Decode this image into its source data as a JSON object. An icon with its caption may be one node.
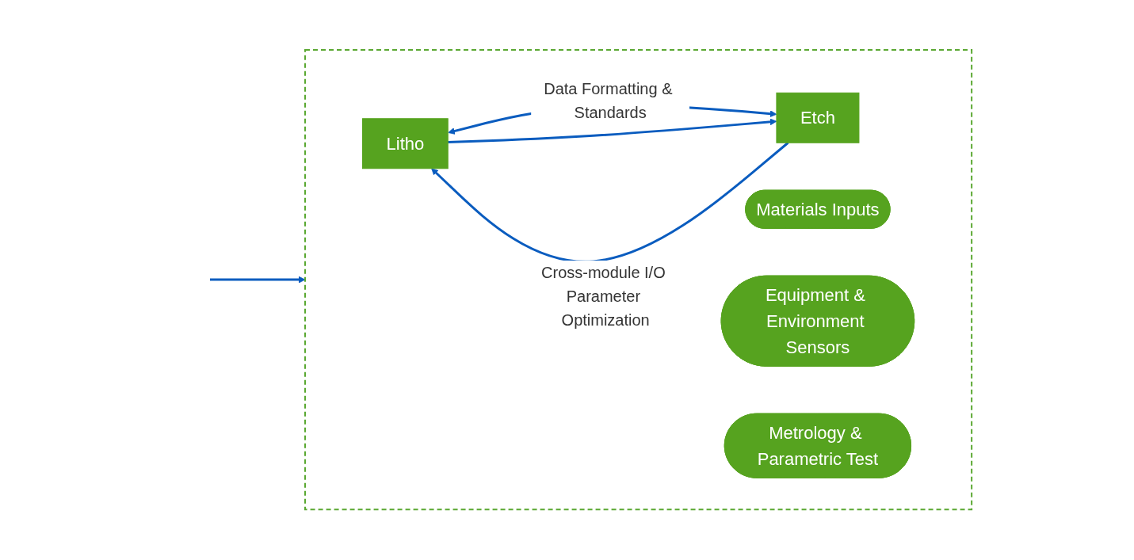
{
  "diagram": {
    "nodes": [
      {
        "text": [],
        "shape": "box"
      },
      {
        "text": [
          "Litho"
        ],
        "in": 0
      },
      {
        "text": [
          "Etch"
        ],
        "in": 0
      },
      {
        "text": [
          "Materials Inputs"
        ],
        "in": 0
      },
      {
        "text": [
          "Equipment & Environment Sensors"
        ],
        "in": 0
      },
      {
        "text": [
          "Metrology & Parametric Test"
        ],
        "in": 0
      }
    ],
    "edges": [
      {
        "from": 2,
        "to": 1,
        "arrow": "to",
        "label": "Cross-module I/O Parameter Optimization"
      },
      {
        "from": 1,
        "to": 2,
        "arrow": "both",
        "label": "Data Formatting & Standards"
      },
      {
        "from": 1,
        "to": 2,
        "arrow": "to"
      },
      {
        "from": null,
        "to": 0,
        "arrow": "to"
      }
    ]
  }
}
